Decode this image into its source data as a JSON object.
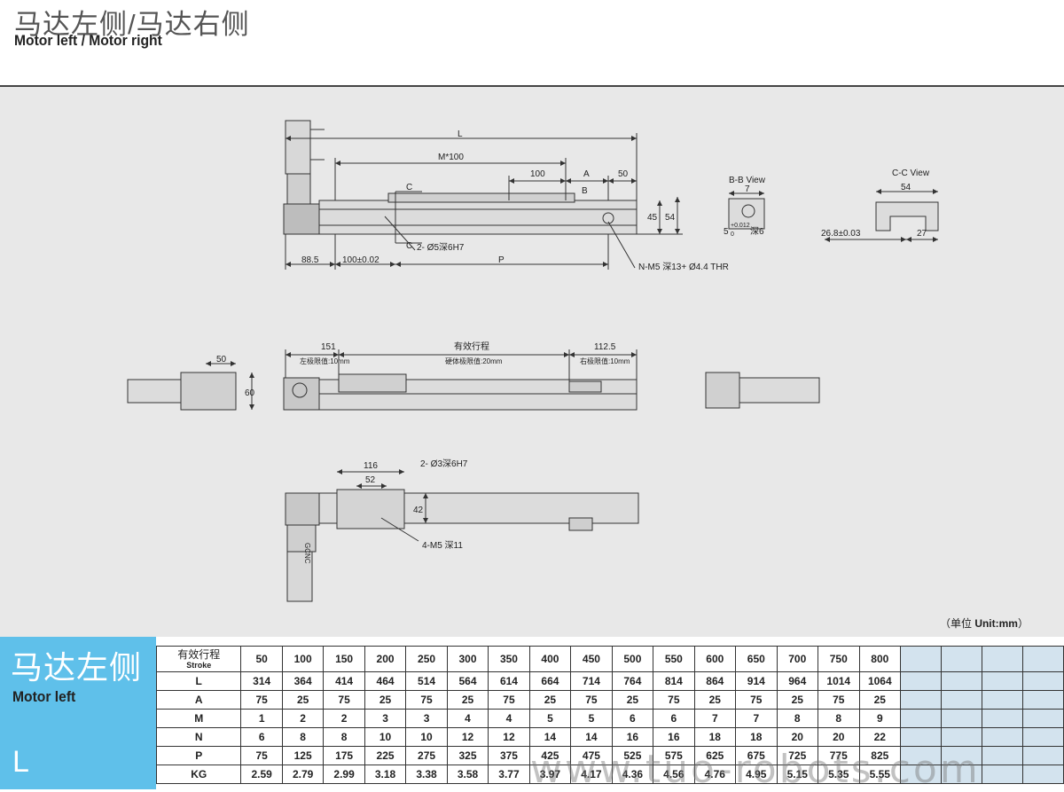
{
  "header": {
    "title_cn": "马达左侧/马达右侧",
    "title_en": "Motor left / Motor right"
  },
  "drawing": {
    "top_view": {
      "dim_L": "L",
      "dim_M": "M*100",
      "dim_100": "100",
      "dim_A": "A",
      "dim_50": "50",
      "label_B": "B",
      "label_C_top": "C",
      "label_C_bottom": "C",
      "dim_45": "45",
      "dim_54": "54",
      "hole_callout": "2- Ø5深6H7",
      "dim_885": "88.5",
      "dim_100_tol": "100±0.02",
      "dim_P": "P",
      "thread_callout": "N-M5 深13+ Ø4.4 THR"
    },
    "bb_view": {
      "title": "B-B View",
      "dim_7": "7",
      "dim_5": "5",
      "tol": "+0.012",
      "tol_base": "0",
      "depth": "深6"
    },
    "cc_view": {
      "title": "C-C View",
      "dim_54": "54",
      "dim_268": "26.8±0.03",
      "dim_27": "27"
    },
    "side_view": {
      "dim_50": "50",
      "dim_60": "60",
      "dim_151": "151",
      "dim_stroke": "有效行程",
      "dim_1125": "112.5",
      "left_limit": "左极限值:10mm",
      "hard_limit": "硬体极限值:20mm",
      "right_limit": "右极限值:10mm"
    },
    "bottom_view": {
      "dim_116": "116",
      "dim_52": "52",
      "hole_callout": "2- Ø3深6H7",
      "dim_42": "42",
      "thread_callout": "4-M5 深11",
      "brand": "GCNC"
    },
    "unit_cn": "（单位 ",
    "unit_en": "Unit:mm",
    "unit_close": "）"
  },
  "table": {
    "title_cn": "马达左侧",
    "title_en": "Motor left",
    "title_letter": "L",
    "stroke_label_cn": "有效行程",
    "stroke_label_en": "Stroke",
    "strokes": [
      "50",
      "100",
      "150",
      "200",
      "250",
      "300",
      "350",
      "400",
      "450",
      "500",
      "550",
      "600",
      "650",
      "700",
      "750",
      "800"
    ],
    "rows": [
      {
        "label": "L",
        "values": [
          "314",
          "364",
          "414",
          "464",
          "514",
          "564",
          "614",
          "664",
          "714",
          "764",
          "814",
          "864",
          "914",
          "964",
          "1014",
          "1064"
        ]
      },
      {
        "label": "A",
        "values": [
          "75",
          "25",
          "75",
          "25",
          "75",
          "25",
          "75",
          "25",
          "75",
          "25",
          "75",
          "25",
          "75",
          "25",
          "75",
          "25"
        ]
      },
      {
        "label": "M",
        "values": [
          "1",
          "2",
          "2",
          "3",
          "3",
          "4",
          "4",
          "5",
          "5",
          "6",
          "6",
          "7",
          "7",
          "8",
          "8",
          "9"
        ]
      },
      {
        "label": "N",
        "values": [
          "6",
          "8",
          "8",
          "10",
          "10",
          "12",
          "12",
          "14",
          "14",
          "16",
          "16",
          "18",
          "18",
          "20",
          "20",
          "22"
        ]
      },
      {
        "label": "P",
        "values": [
          "75",
          "125",
          "175",
          "225",
          "275",
          "325",
          "375",
          "425",
          "475",
          "525",
          "575",
          "625",
          "675",
          "725",
          "775",
          "825"
        ]
      },
      {
        "label": "KG",
        "values": [
          "2.59",
          "2.79",
          "2.99",
          "3.18",
          "3.38",
          "3.58",
          "3.77",
          "3.97",
          "4.17",
          "4.36",
          "4.56",
          "4.76",
          "4.95",
          "5.15",
          "5.35",
          "5.55"
        ]
      }
    ],
    "blank_columns": 4
  },
  "watermark": "www.tuo-robots.com"
}
